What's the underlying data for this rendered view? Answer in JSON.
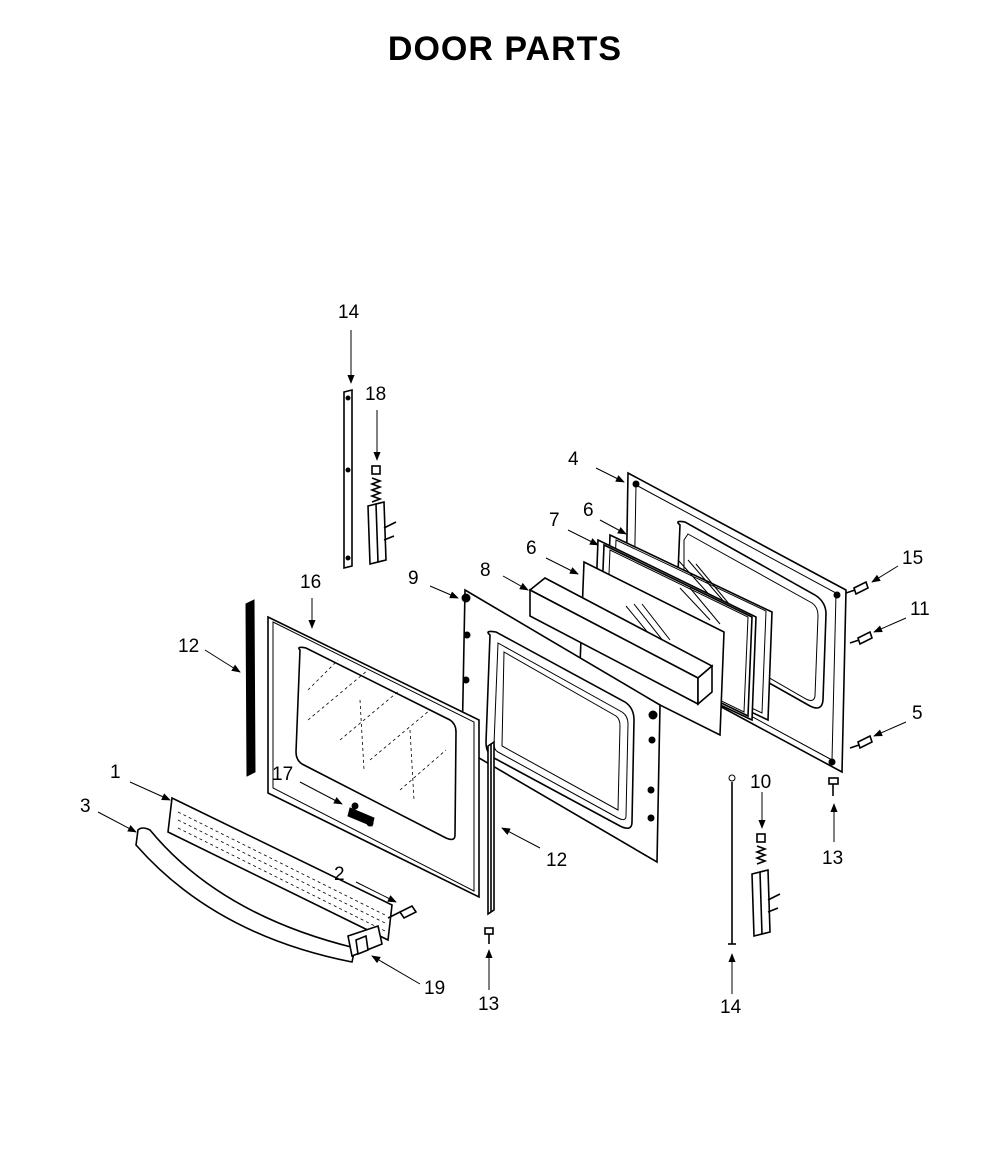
{
  "title": "DOOR PARTS",
  "callouts": {
    "c1": "1",
    "c2": "2",
    "c3": "3",
    "c4": "4",
    "c5": "5",
    "c6a": "6",
    "c6b": "6",
    "c7": "7",
    "c8": "8",
    "c9": "9",
    "c10": "10",
    "c11": "11",
    "c12a": "12",
    "c12b": "12",
    "c13a": "13",
    "c13b": "13",
    "c14a": "14",
    "c14b": "14",
    "c15": "15",
    "c16": "16",
    "c17": "17",
    "c18": "18",
    "c19": "19"
  }
}
